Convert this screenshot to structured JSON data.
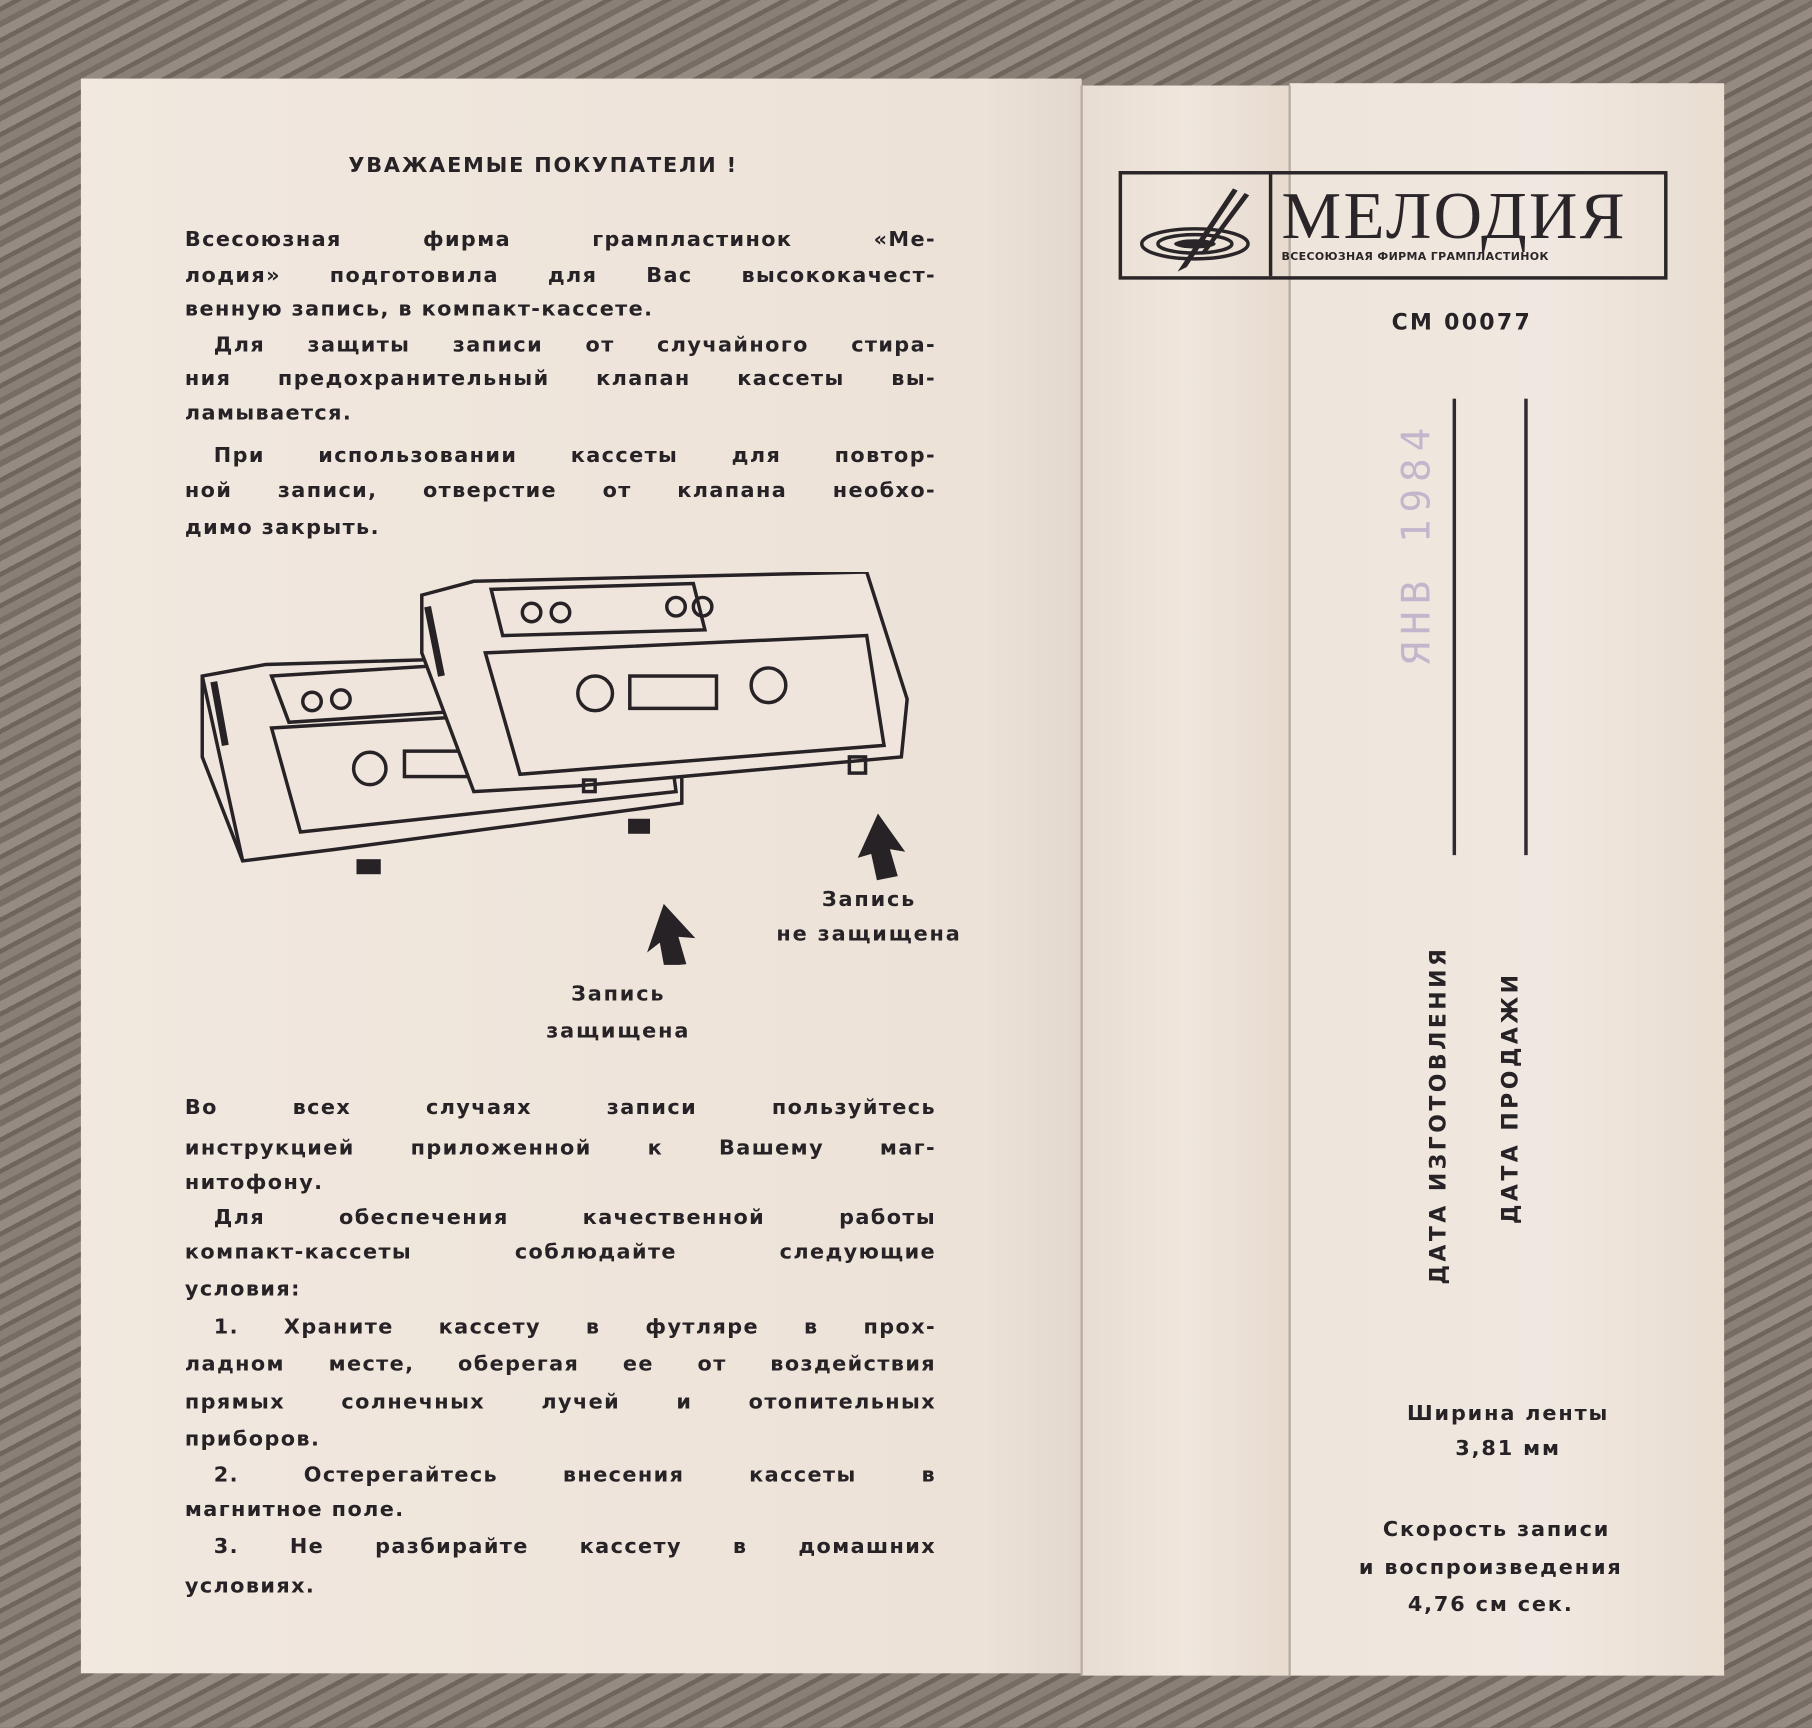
{
  "left_page": {
    "title": "УВАЖАЕМЫЕ ПОКУПАТЕЛИ !",
    "intro_lines": [
      "Всесоюзная фирма грампластинок «Ме-",
      "лодия» подготовила для Вас высококачест-",
      "венную запись, в компакт-кассете.",
      "Для защиты записи от случайного стира-",
      "ния предохранительный клапан кассеты вы-",
      "ламывается.",
      "При использовании кассеты для повтор-",
      "ной записи, отверстие от клапана необхо-",
      "димо закрыть."
    ],
    "illustration": {
      "label_unprotected": [
        "Запись",
        "не защищена"
      ],
      "label_protected": [
        "Запись",
        "защищена"
      ]
    },
    "rules_lines": [
      "Во всех случаях записи пользуйтесь",
      "инструкцией приложенной к Вашему маг-",
      "нитофону.",
      "Для обеспечения качественной работы",
      "компакт-кассеты соблюдайте следующие",
      "условия:",
      "1. Храните кассету в футляре в прох-",
      "ладном месте, оберегая ее от воздействия",
      "прямых солнечных лучей и отопительных",
      "приборов.",
      "2. Остерегайтесь внесения кассеты в",
      "магнитное поле.",
      "3. Не разбирайте кассету в домашних",
      "условиях."
    ]
  },
  "right_page": {
    "logo": {
      "word": "МЕЛОДИЯ",
      "subtitle": "ВСЕСОЮЗНАЯ ФИРМА ГРАМПЛАСТИНОК"
    },
    "catalog_number": "СМ 00077",
    "stamp": "ЯНВ 1984",
    "manufacture_date_label": "ДАТА ИЗГОТОВЛЕНИЯ",
    "sale_date_label": "ДАТА ПРОДАЖИ",
    "tape_width_label": "Ширина ленты",
    "tape_width_value": "3,81 мм",
    "speed_label_1": "Скорость записи",
    "speed_label_2": "и воспроизведения",
    "speed_value": "4,76 см сек."
  },
  "colors": {
    "paper": "#efe5dc",
    "ink": "#262226",
    "stamp_ink": "#9d8fbd",
    "wood": "#7d7269"
  }
}
